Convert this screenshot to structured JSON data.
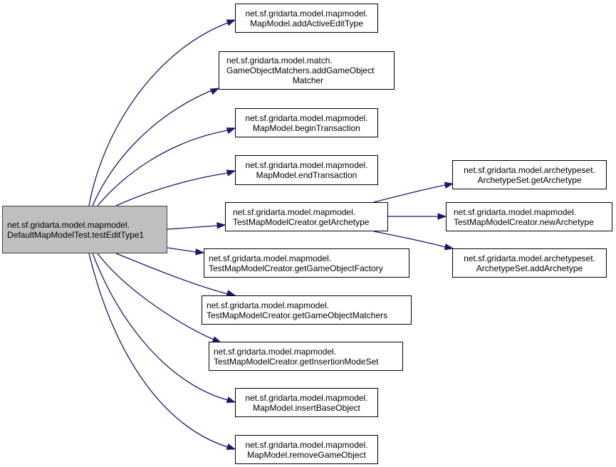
{
  "diagram": {
    "type": "call-graph",
    "edge_color": "#191970",
    "root": {
      "id": "root",
      "lines": [
        "net.sf.gridarta.model.mapmodel.",
        "DefaultMapModelTest.testEditType1"
      ],
      "fill": "#bfbfbf"
    },
    "nodes": [
      {
        "id": "n1",
        "lines": [
          "net.sf.gridarta.model.mapmodel.",
          "MapModel.addActiveEditType"
        ]
      },
      {
        "id": "n2",
        "lines": [
          "net.sf.gridarta.model.match.",
          "GameObjectMatchers.addGameObject",
          "Matcher"
        ]
      },
      {
        "id": "n3",
        "lines": [
          "net.sf.gridarta.model.mapmodel.",
          "MapModel.beginTransaction"
        ]
      },
      {
        "id": "n4",
        "lines": [
          "net.sf.gridarta.model.mapmodel.",
          "MapModel.endTransaction"
        ]
      },
      {
        "id": "n5",
        "lines": [
          "net.sf.gridarta.model.mapmodel.",
          "TestMapModelCreator.getArchetype"
        ]
      },
      {
        "id": "n6",
        "lines": [
          "net.sf.gridarta.model.mapmodel.",
          "TestMapModelCreator.getGameObjectFactory"
        ]
      },
      {
        "id": "n7",
        "lines": [
          "net.sf.gridarta.model.mapmodel.",
          "TestMapModelCreator.getGameObjectMatchers"
        ]
      },
      {
        "id": "n8",
        "lines": [
          "net.sf.gridarta.model.mapmodel.",
          "TestMapModelCreator.getInsertionModeSet"
        ]
      },
      {
        "id": "n9",
        "lines": [
          "net.sf.gridarta.model.mapmodel.",
          "MapModel.insertBaseObject"
        ]
      },
      {
        "id": "n10",
        "lines": [
          "net.sf.gridarta.model.mapmodel.",
          "MapModel.removeGameObject"
        ]
      },
      {
        "id": "r1",
        "lines": [
          "net.sf.gridarta.model.archetypeset.",
          "ArchetypeSet.getArchetype"
        ]
      },
      {
        "id": "r2",
        "lines": [
          "net.sf.gridarta.model.mapmodel.",
          "TestMapModelCreator.newArchetype"
        ]
      },
      {
        "id": "r3",
        "lines": [
          "net.sf.gridarta.model.archetypeset.",
          "ArchetypeSet.addArchetype"
        ]
      }
    ],
    "edges": [
      {
        "from": "root",
        "to": "n1"
      },
      {
        "from": "root",
        "to": "n2"
      },
      {
        "from": "root",
        "to": "n3"
      },
      {
        "from": "root",
        "to": "n4"
      },
      {
        "from": "root",
        "to": "n5"
      },
      {
        "from": "root",
        "to": "n6"
      },
      {
        "from": "root",
        "to": "n7"
      },
      {
        "from": "root",
        "to": "n8"
      },
      {
        "from": "root",
        "to": "n9"
      },
      {
        "from": "root",
        "to": "n10"
      },
      {
        "from": "n5",
        "to": "r1"
      },
      {
        "from": "n5",
        "to": "r2"
      },
      {
        "from": "n5",
        "to": "r3"
      }
    ]
  }
}
